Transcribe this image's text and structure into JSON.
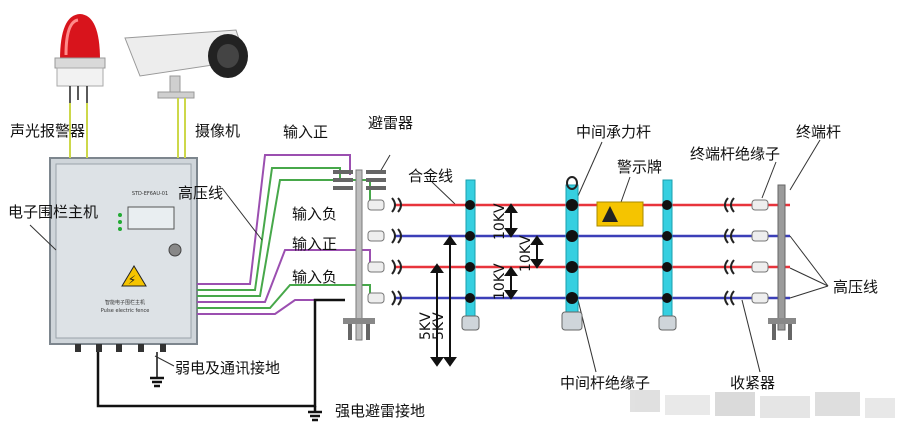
{
  "labels": {
    "alarm": "声光报警器",
    "camera": "摄像机",
    "host": "电子围栏主机",
    "hv_left": "高压线",
    "input_pos_1": "输入正",
    "input_neg_1": "输入负",
    "input_pos_2": "输入正",
    "input_neg_2": "输入负",
    "arrester": "避雷器",
    "alloy_wire": "合金线",
    "mid_pole": "中间承力杆",
    "warning_sign": "警示牌",
    "end_insulator": "终端杆绝缘子",
    "end_pole": "终端杆",
    "hv_right": "高压线",
    "mid_insulator": "中间杆绝缘子",
    "tensioner": "收紧器",
    "weak_ground": "弱电及通讯接地",
    "strong_ground": "强电避雷接地"
  },
  "voltages": {
    "kv1": "10KV",
    "kv2": "10KV",
    "kv3": "10KV",
    "kv5a": "5KV",
    "kv5b": "5KV"
  },
  "host_panel": {
    "brand": "STD-EF6AU-01",
    "title": "智能电子围栏主机",
    "subtitle": "Pulse electric fence"
  },
  "colors": {
    "wire_red": "#e8343c",
    "wire_blue": "#3b3fb8",
    "wire_green": "#47a84a",
    "wire_purple": "#9b4fb0",
    "pole_cyan": "#36cfe0"
  }
}
